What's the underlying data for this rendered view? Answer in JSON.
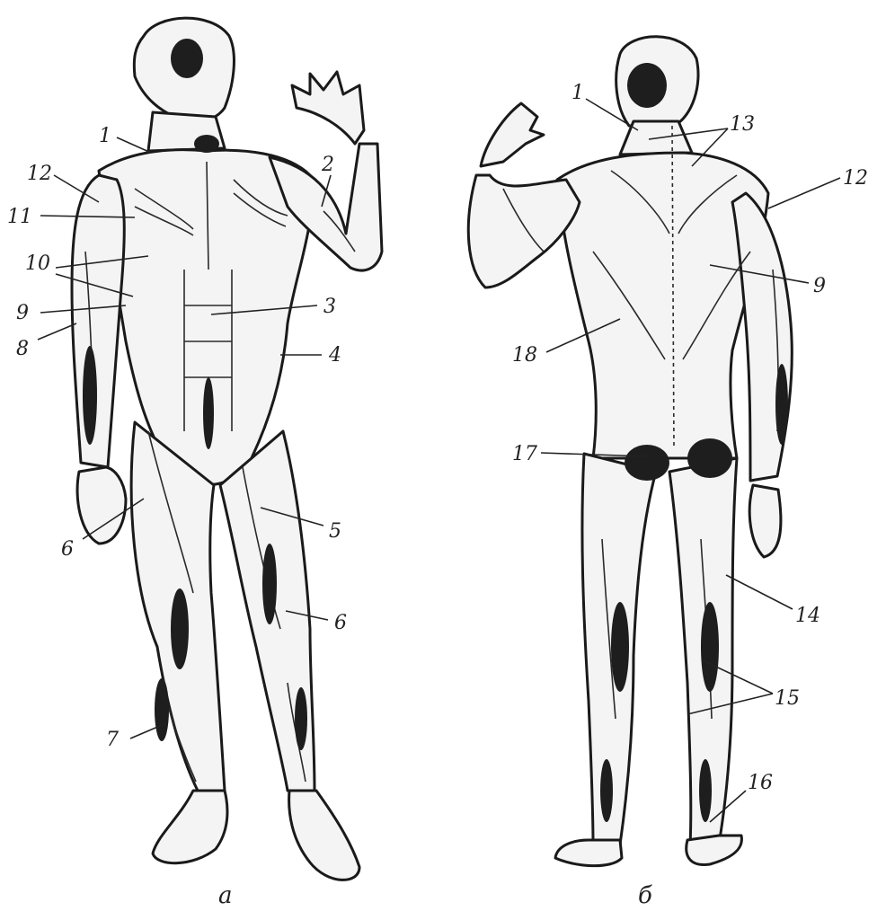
{
  "figures": {
    "front": {
      "caption": "а",
      "labels": [
        "1",
        "2",
        "3",
        "4",
        "5",
        "6",
        "6",
        "7",
        "8",
        "9",
        "10",
        "11",
        "12"
      ]
    },
    "back": {
      "caption": "б",
      "labels": [
        "1",
        "13",
        "12",
        "9",
        "18",
        "17",
        "14",
        "15",
        "16"
      ]
    }
  },
  "colors": {
    "ink": "#1a1a1a",
    "paper": "#ffffff"
  }
}
